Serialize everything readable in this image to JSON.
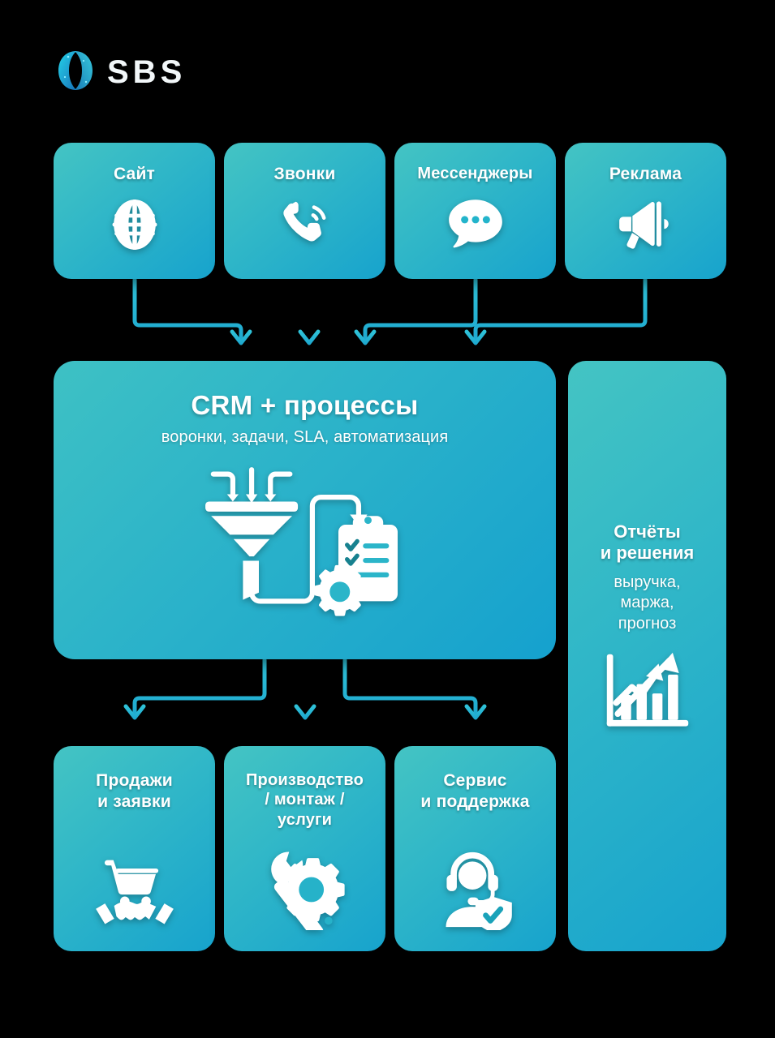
{
  "brand": {
    "name": "SBS",
    "logo_icon": "sbs-sphere-logo-icon"
  },
  "theme": {
    "background": "#000000",
    "card_gradient_start": "#44c4c3",
    "card_gradient_end": "#17a3cd",
    "connector_color": "#2ab6d6",
    "text_color": "#ffffff"
  },
  "diagram": {
    "type": "flowchart",
    "title": "CRM + процессы",
    "sources": [
      {
        "id": "site",
        "label": "Сайт",
        "icon": "globe-icon"
      },
      {
        "id": "calls",
        "label": "Звонки",
        "icon": "phone-ringing-icon"
      },
      {
        "id": "messengers",
        "label": "Мессенджеры",
        "icon": "chat-bubble-icon"
      },
      {
        "id": "ads",
        "label": "Реклама",
        "icon": "megaphone-icon"
      }
    ],
    "center": {
      "id": "crm",
      "title": "CRM + процессы",
      "subtitle": "воронки, задачи, SLA, автоматизация",
      "icon": "funnel-clipboard-gear-icon"
    },
    "reports": {
      "id": "reports",
      "title": "Отчёты\nи решения",
      "subtitle": "выручка,\nмаржа,\nпрогноз",
      "icon": "growth-chart-arrow-icon"
    },
    "destinations": [
      {
        "id": "sales",
        "label": "Продажи\nи заявки",
        "icon": "cart-handshake-icon"
      },
      {
        "id": "production",
        "label": "Производство\n/ монтаж /\nуслуги",
        "icon": "wrench-gear-icon"
      },
      {
        "id": "service",
        "label": "Сервис\nи поддержка",
        "icon": "headset-shield-icon"
      }
    ],
    "flows": [
      {
        "from": "site",
        "to": "crm"
      },
      {
        "from": "calls",
        "to": "crm"
      },
      {
        "from": "messengers",
        "to": "crm"
      },
      {
        "from": "ads",
        "to": "crm"
      },
      {
        "from": "crm",
        "to": "sales"
      },
      {
        "from": "crm",
        "to": "production"
      },
      {
        "from": "crm",
        "to": "service"
      }
    ]
  }
}
